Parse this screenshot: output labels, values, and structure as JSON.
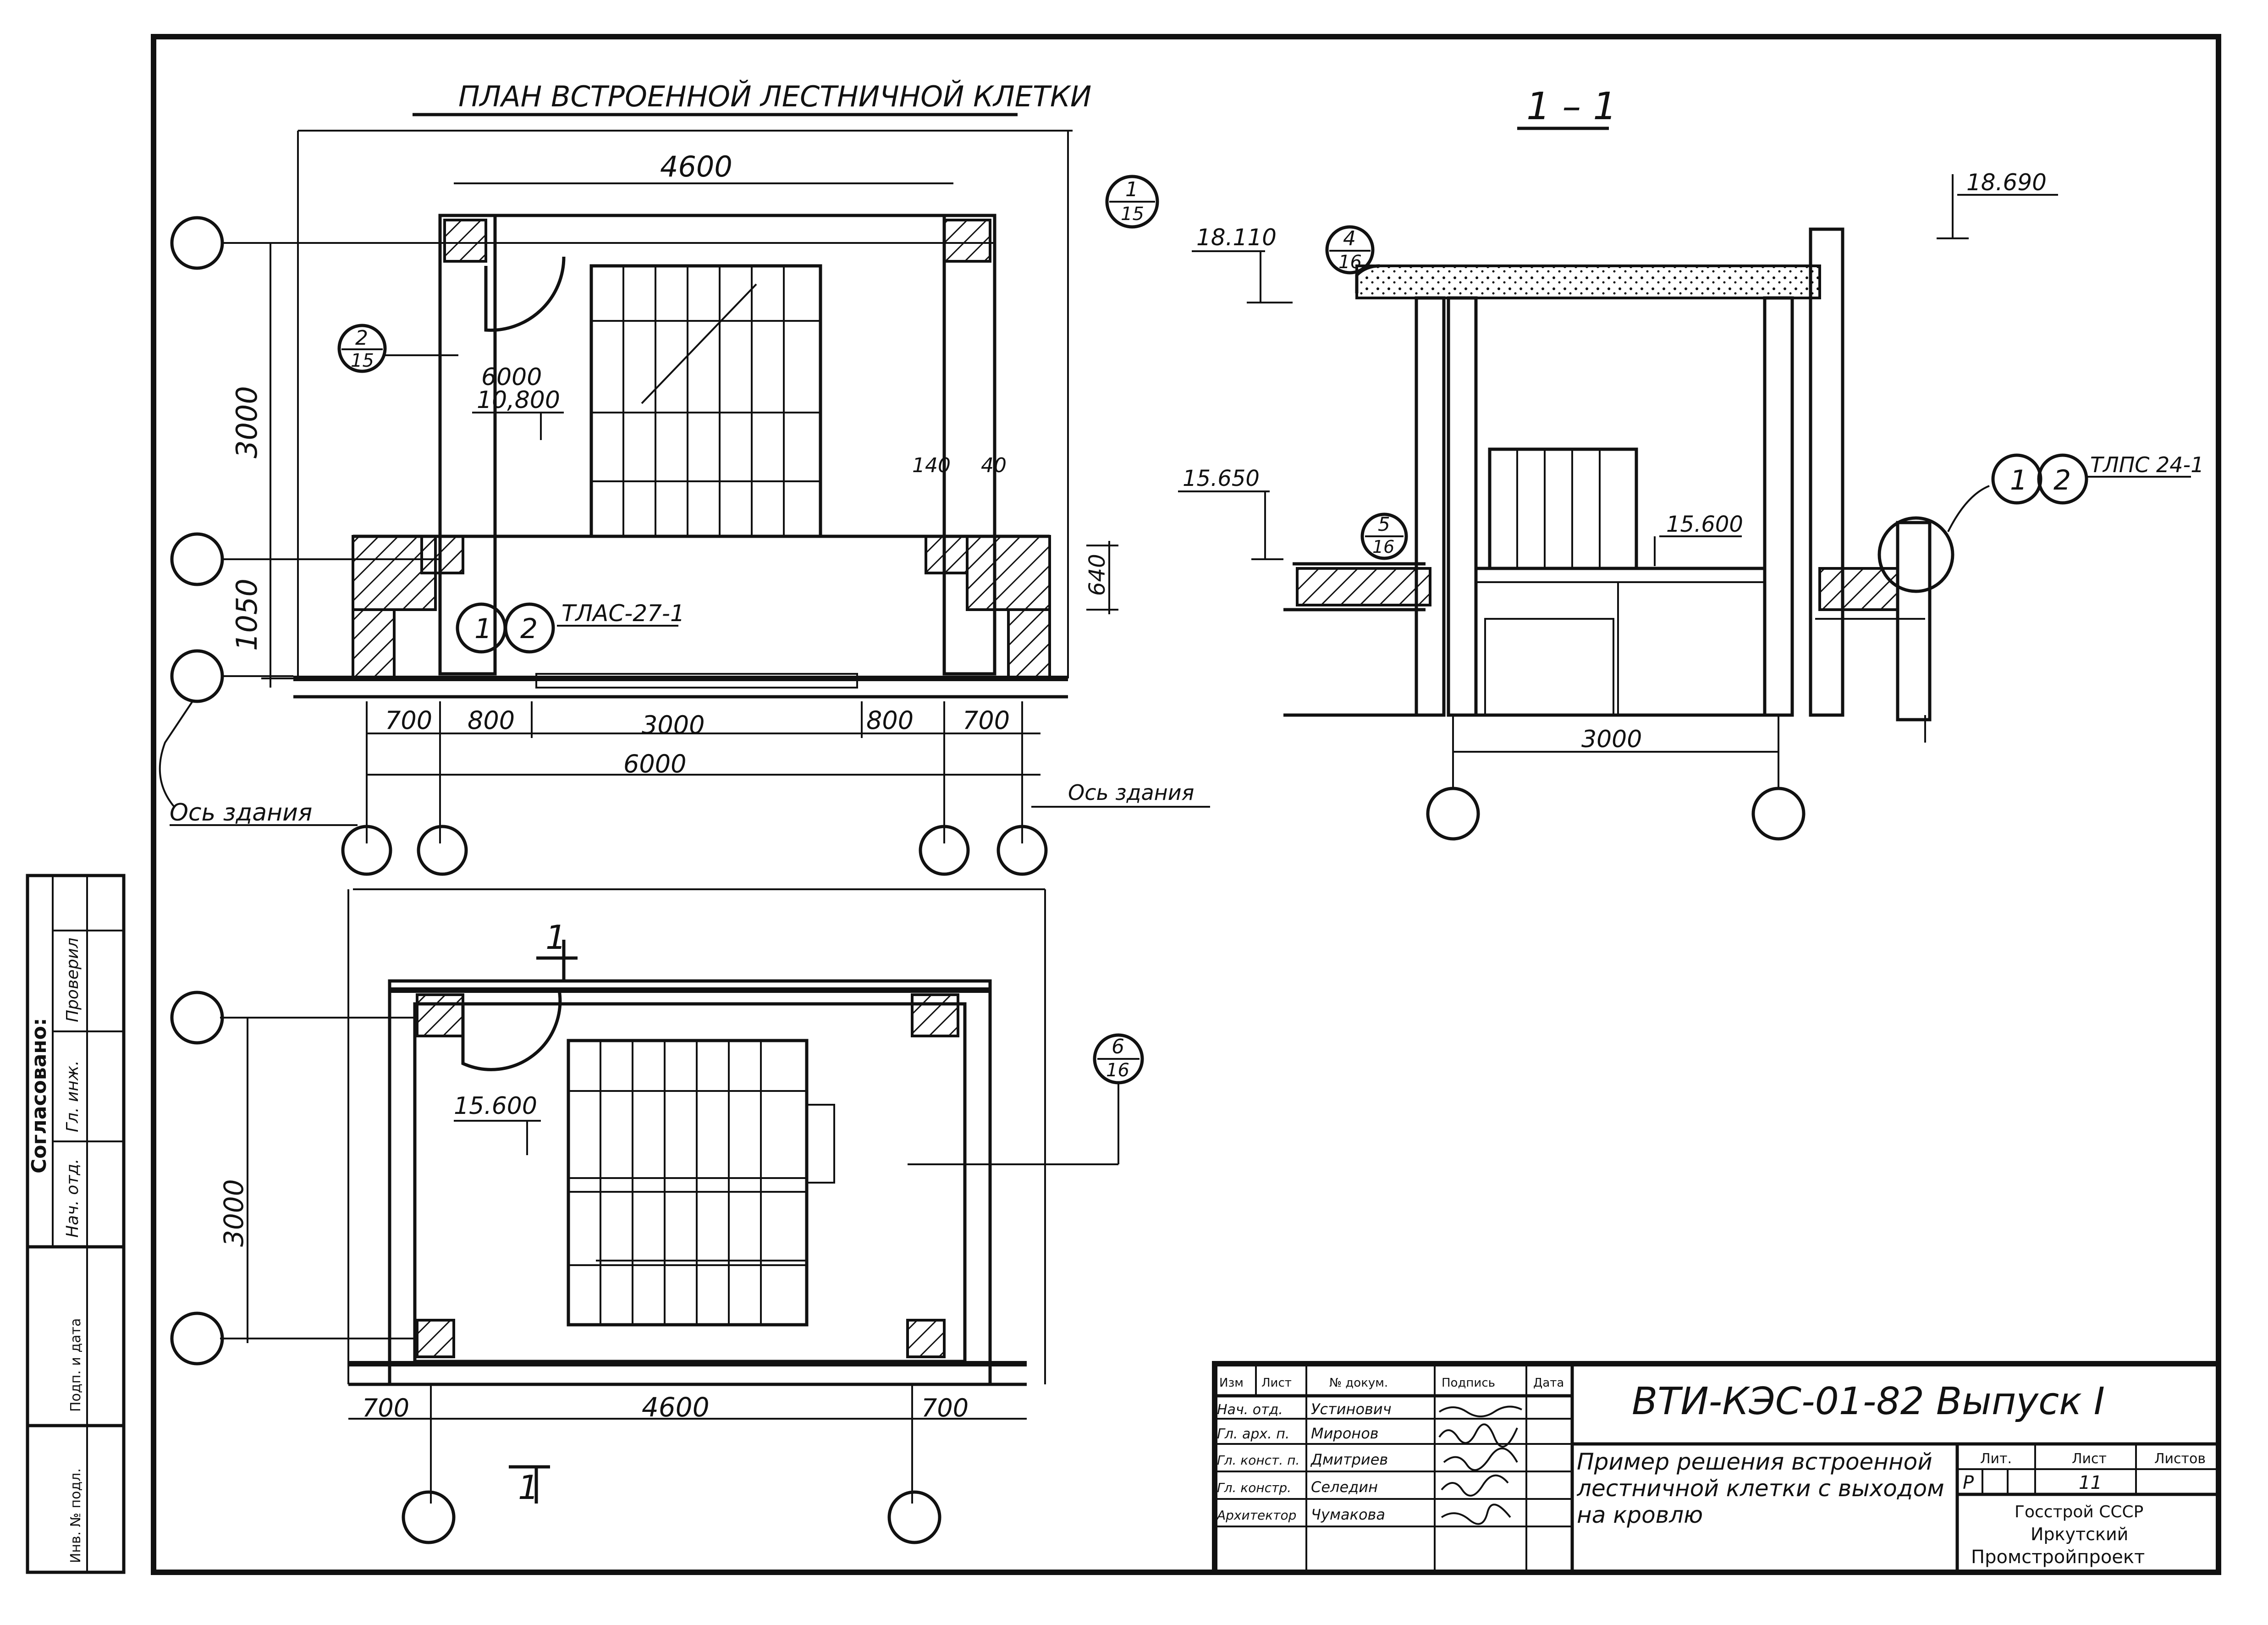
{
  "plan": {
    "title": "ПЛАН ВСТРОЕННОЙ ЛЕСТНИЧНОЙ КЛЕТКИ",
    "dims": {
      "d4600": "4600",
      "d3000v": "3000",
      "d1050": "1050",
      "d700a": "700",
      "d800a": "800",
      "d3000h": "3000",
      "d800b": "800",
      "d700b": "700",
      "d6000": "6000",
      "d640": "640",
      "d140": "140",
      "d40": "40"
    },
    "level_top": "6000",
    "level_bottom": "10,800",
    "callout_2_15_top": "2",
    "callout_2_15_bottom": "15",
    "callout_1_15_top": "1",
    "callout_1_15_bottom": "15",
    "node_1": "1",
    "node_2": "2",
    "node_label": "ТЛАС-27-1",
    "axis_left": "Ось здания",
    "axis_right": "Ось здания"
  },
  "section": {
    "title": "1 – 1",
    "level_roof_top": "18.690",
    "level_roof": "18.110",
    "level_floor_left": "15.650",
    "level_floor": "15.600",
    "callout_4_16_top": "4",
    "callout_4_16_bottom": "16",
    "callout_5_16_top": "5",
    "callout_5_16_bottom": "16",
    "node_1": "1",
    "node_2": "2",
    "node_label": "ТЛПС 24-1",
    "d3000": "3000"
  },
  "plan2": {
    "cut_mark_top": "1",
    "cut_mark_bottom": "1",
    "level": "15.600",
    "d3000": "3000",
    "d700a": "700",
    "d4600": "4600",
    "d700b": "700",
    "callout_6_16_top": "6",
    "callout_6_16_bottom": "16"
  },
  "side_stamp": {
    "title": "Согласовано:",
    "cell_1": "Подп. и дата",
    "cell_2": "Инв. № подл.",
    "row_1": "Нач. отд.",
    "row_2": "Гл. инж.",
    "row_3": "Проверил"
  },
  "title_block": {
    "code": "ВТИ-КЭС-01-82 Выпуск I",
    "headers": [
      "Изм",
      "Лист",
      "№ докум.",
      "Подпись",
      "Дата"
    ],
    "rows": [
      {
        "role": "Нач. отд.",
        "name": "Устинович"
      },
      {
        "role": "Гл. арх. п.",
        "name": "Миронов"
      },
      {
        "role": "Гл. конст. п.",
        "name": "Дмитриев"
      },
      {
        "role": "Гл. констр.",
        "name": "Селедин"
      },
      {
        "role": "Архитектор",
        "name": "Чумакова"
      }
    ],
    "description": "Пример решения встроенной лестничной клетки с выходом на кровлю",
    "lit_label": "Лит.",
    "sheet_label": "Лист",
    "sheets_label": "Листов",
    "lit_value": "Р",
    "sheet_value": "11",
    "org_line1": "Госстрой СССР",
    "org_line2": "Иркутский",
    "org_line3": "Промстройпроект"
  }
}
